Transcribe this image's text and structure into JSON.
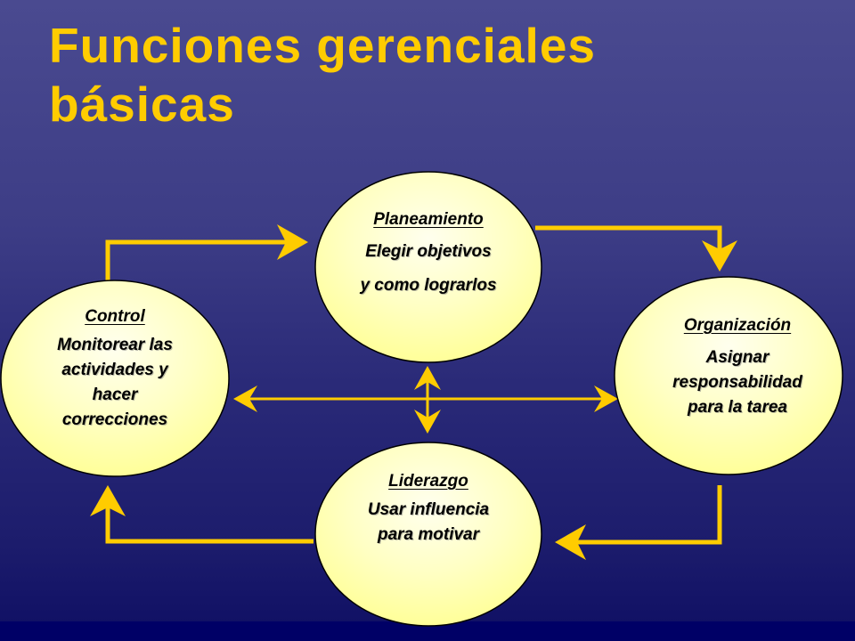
{
  "slide": {
    "title_lines": [
      "Funciones gerenciales",
      "básicas"
    ],
    "colors": {
      "title": "#ffcc00",
      "arrow": "#ffcc00",
      "node_fill": "#ffff99",
      "node_fill_light": "#ffffee",
      "background_top": "#4a4a90",
      "background_bottom": "#000066"
    }
  },
  "nodes": {
    "planeamiento": {
      "heading": "Planeamiento",
      "lines": [
        "Elegir objetivos",
        "y como lograrlos"
      ]
    },
    "organizacion": {
      "heading": "Organización",
      "lines": [
        "Asignar",
        "responsabilidad",
        "para la tarea"
      ]
    },
    "liderazgo": {
      "heading": "Liderazgo",
      "lines": [
        "Usar influencia",
        "para motivar"
      ]
    },
    "control": {
      "heading": "Control",
      "lines": [
        "Monitorear las",
        "actividades y",
        "hacer",
        "correcciones"
      ]
    }
  },
  "connectors": [
    {
      "from": "control",
      "to": "planeamiento",
      "type": "elbow-arrow"
    },
    {
      "from": "planeamiento",
      "to": "organizacion",
      "type": "elbow-arrow"
    },
    {
      "from": "organizacion",
      "to": "liderazgo",
      "type": "elbow-arrow"
    },
    {
      "from": "liderazgo",
      "to": "control",
      "type": "elbow-arrow"
    },
    {
      "from": "control",
      "to": "organizacion",
      "type": "double-arrow"
    },
    {
      "from": "planeamiento",
      "to": "liderazgo",
      "type": "double-arrow"
    }
  ]
}
